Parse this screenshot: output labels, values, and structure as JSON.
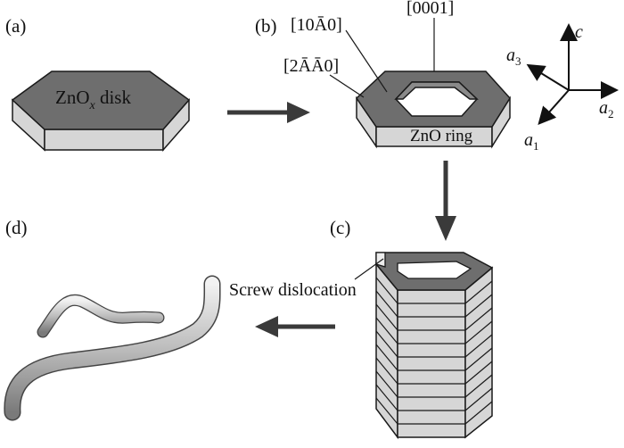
{
  "panels": {
    "a": {
      "label": "(a)"
    },
    "b": {
      "label": "(b)"
    },
    "c": {
      "label": "(c)"
    },
    "d": {
      "label": "(d)"
    }
  },
  "disk": {
    "name_main": "ZnO",
    "name_sub": "x",
    "name_tail": " disk"
  },
  "ring": {
    "name": "ZnO ring"
  },
  "facets": {
    "prism": "[10Ā0]",
    "basal": "[0001]",
    "edge": "[2ĀĀ0]"
  },
  "axes": {
    "c": "c",
    "a1": "a",
    "a1_sub": "1",
    "a2": "a",
    "a2_sub": "2",
    "a3": "a",
    "a3_sub": "3"
  },
  "annotation": {
    "screw": "Screw dislocation"
  },
  "colors": {
    "top_face": "#6e6e6e",
    "side_face": "#d6d6d6",
    "arrow": "#3a3a3a"
  }
}
